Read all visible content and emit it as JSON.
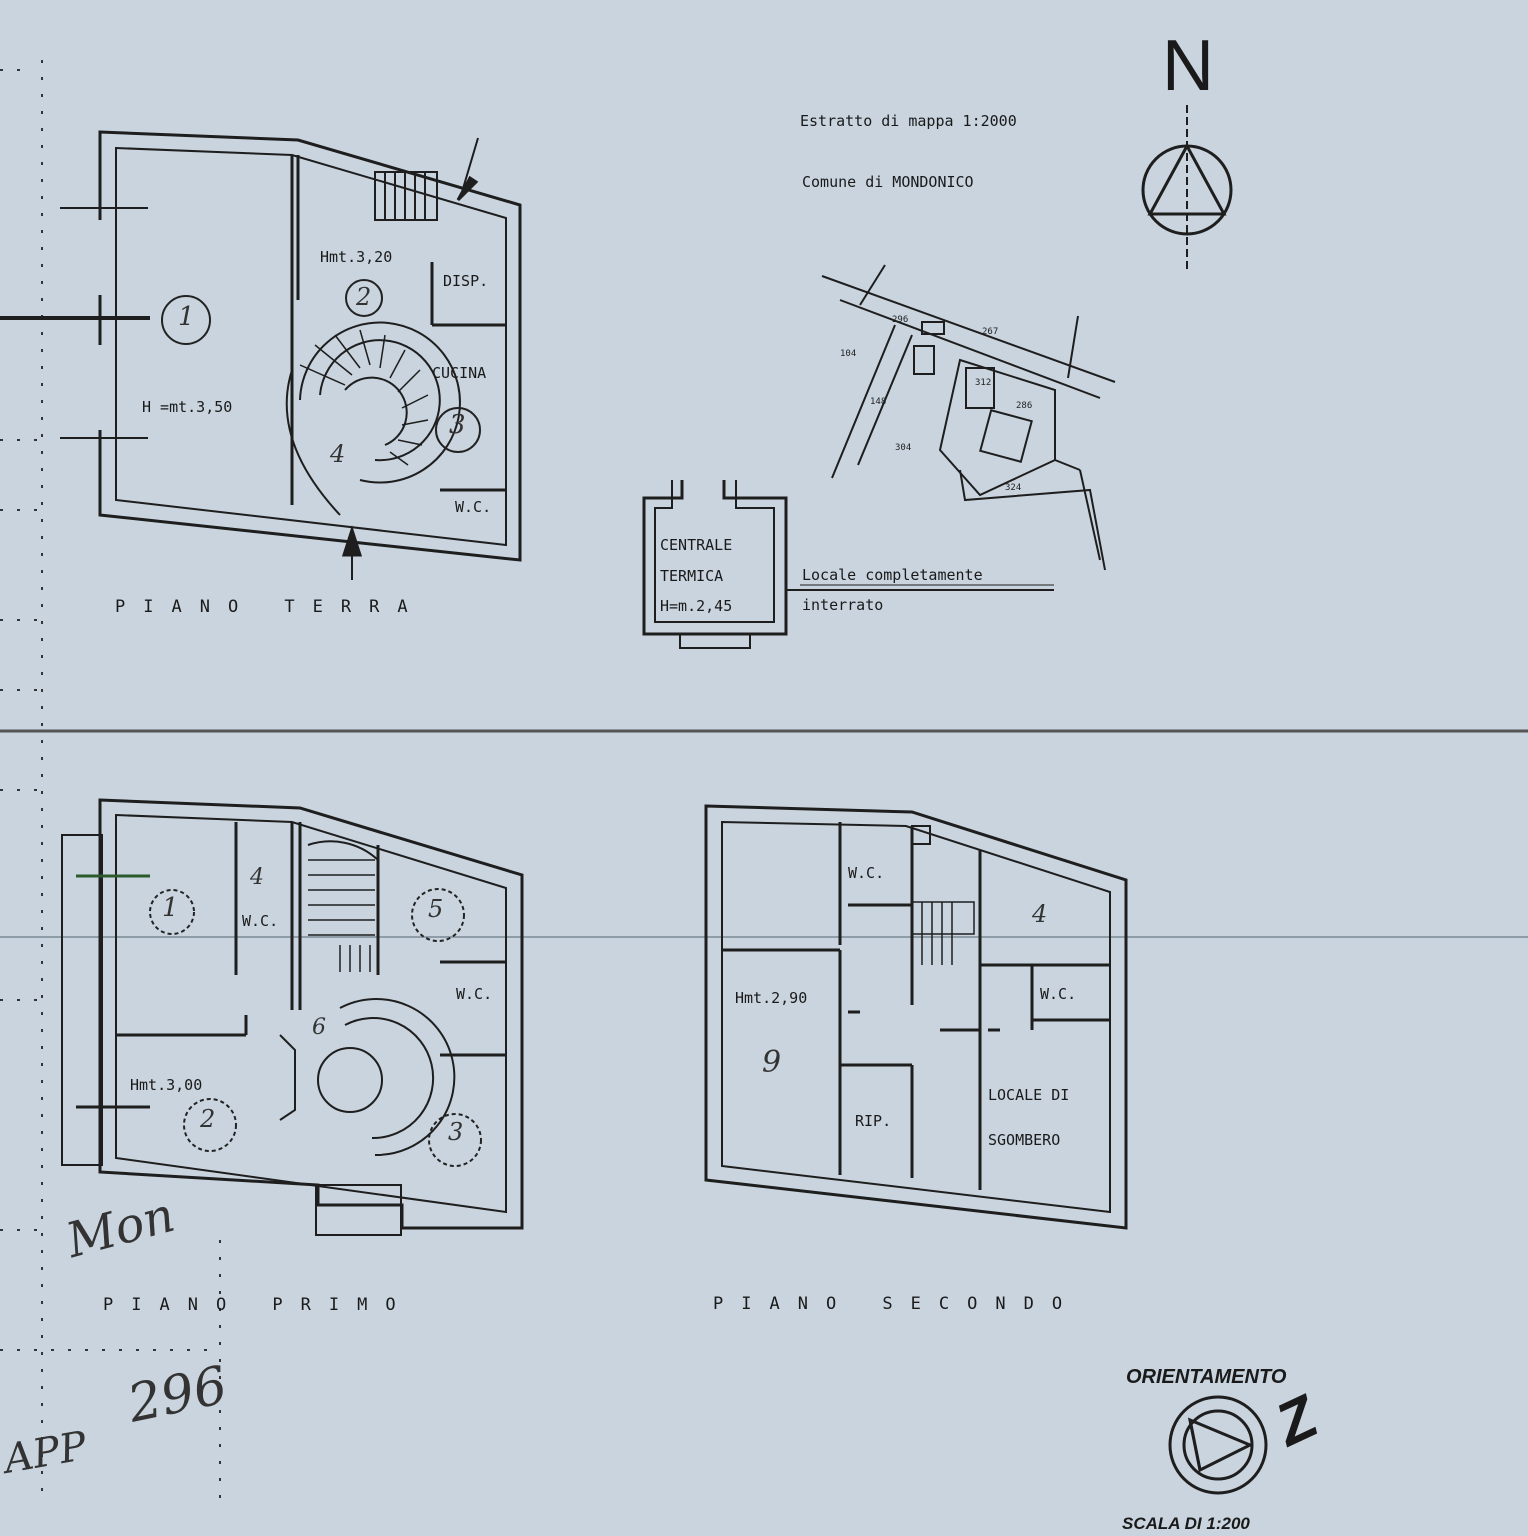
{
  "header": {
    "north": "N",
    "map_extract": "Estratto di mappa  1:2000",
    "municipality": "Comune di MONDONICO"
  },
  "site_map": {
    "parcel_numbers": [
      "104",
      "267",
      "286",
      "296",
      "304",
      "148",
      "312",
      "324"
    ]
  },
  "piano_terra": {
    "title": "PIANO TERRA",
    "height_main": "H =mt.3,50",
    "height_2": "Hmt.3,20",
    "disp": "DISP.",
    "cucina": "CUCINA",
    "wc": "W.C.",
    "room_1": "1",
    "room_2": "2",
    "room_3": "3",
    "room_4": "4"
  },
  "centrale": {
    "line1": "CENTRALE",
    "line2": "TERMICA",
    "line3": "H=m.2,45",
    "note1": "Locale completamente",
    "note2": "interrato"
  },
  "piano_primo": {
    "title": "PIANO PRIMO",
    "height": "Hmt.3,00",
    "wc1": "W.C.",
    "wc2": "W.C.",
    "room_1": "1",
    "room_2": "2",
    "room_3": "3",
    "room_4": "4",
    "room_5": "5",
    "room_6": "6"
  },
  "piano_secondo": {
    "title": "PIANO SECONDO",
    "height": "Hmt.2,90",
    "wc1": "W.C.",
    "wc2": "W.C.",
    "rip": "RIP.",
    "locale1": "LOCALE DI",
    "locale2": "SGOMBERO",
    "room_4": "4",
    "room_9": "9"
  },
  "orientation": {
    "label": "ORIENTAMENTO",
    "z": "Z",
    "scale": "SCALA DI 1:200"
  },
  "handwriting": {
    "text1": "Mon",
    "text2": "296",
    "text3": "APP"
  }
}
